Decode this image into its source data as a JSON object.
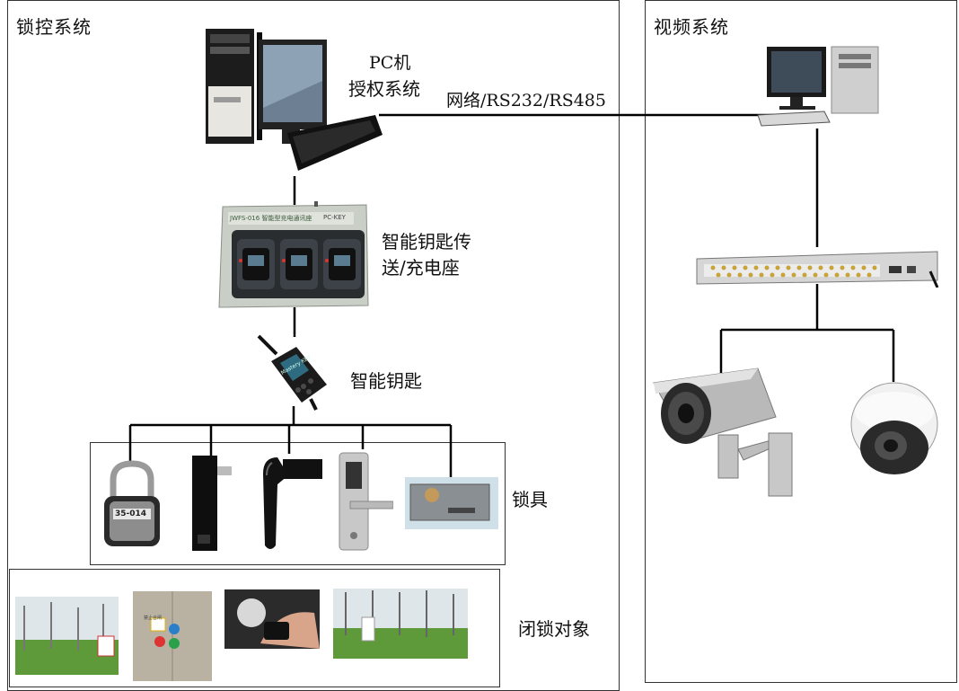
{
  "lock_system": {
    "title": "锁控系统",
    "pc_label_line1": "PC机",
    "pc_label_line2": "授权系统",
    "charger_label_line1": "智能钥匙传",
    "charger_label_line2": "送/充电座",
    "charger_caption": "JWFS-016 智能型充电通讯座",
    "charger_tag": "PC-KEY",
    "key_label": "智能钥匙",
    "key_screen_text": "Mastery KEY",
    "locks_label": "锁具",
    "padlock_code": "35-014",
    "targets_label": "闭锁对象",
    "sign_text": "禁止合闸"
  },
  "video_system": {
    "title": "视频系统"
  },
  "link": {
    "label": "网络/RS232/RS485"
  },
  "colors": {
    "line": "#000000",
    "border": "#333333",
    "grass": "#5f9a3a",
    "sky": "#dfe6ea",
    "panel_gray": "#b9b2a2"
  }
}
